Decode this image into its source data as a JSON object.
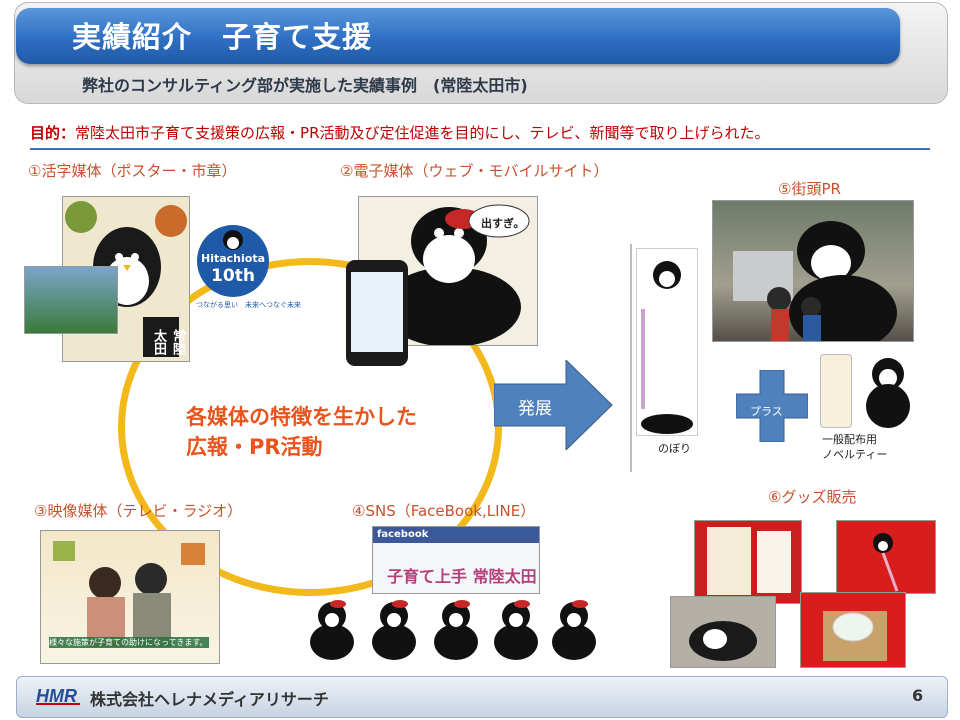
{
  "header": {
    "title": "実績紹介　子育て支援",
    "subtitle": "弊社のコンサルティング部が実施した実績事例　(常陸太田市)"
  },
  "purpose": {
    "label": "目的：",
    "text": "常陸太田市子育て支援策の広報・PR活動及び定住促進を目的にし、テレビ、新聞等で取り上げられた。"
  },
  "sections": {
    "print": "①活字媒体（ポスター・市章）",
    "electronic": "②電子媒体（ウェブ・モバイルサイト）",
    "video": "③映像媒体（テレビ・ラジオ）",
    "sns": "④SNS（FaceBook,LINE）",
    "street": "⑤街頭PR",
    "goods": "⑥グッズ販売"
  },
  "badge": {
    "line1": "Hitachiota",
    "line2": "10th",
    "tagline": "つながる思い　未来へつなぐ未来"
  },
  "center": {
    "line1": "各媒体の特徴を生かした",
    "line2": "広報・PR活動"
  },
  "arrow_label": "発展",
  "nobori_label": "のぼり",
  "plus_label": "プラス",
  "novelty_label_1": "一般配布用",
  "novelty_label_2": "ノベルティー",
  "images": {
    "poster_text": "常陸太田",
    "web_bubble": "出すぎ。",
    "facebook": "facebook",
    "sns_banner": "子育て上手 常陸太田",
    "tv_caption": "様々な施策が子育ての助けになってきます。"
  },
  "footer": {
    "logo": "HMR",
    "company": "株式会社ヘレナメディアリサーチ",
    "page": "6"
  },
  "colors": {
    "title_blue": "#2f6fc2",
    "accent_red": "#c00000",
    "label_orange": "#c8522c",
    "circle_yellow": "#f3b91a",
    "arrow_blue": "#4f81bd"
  }
}
